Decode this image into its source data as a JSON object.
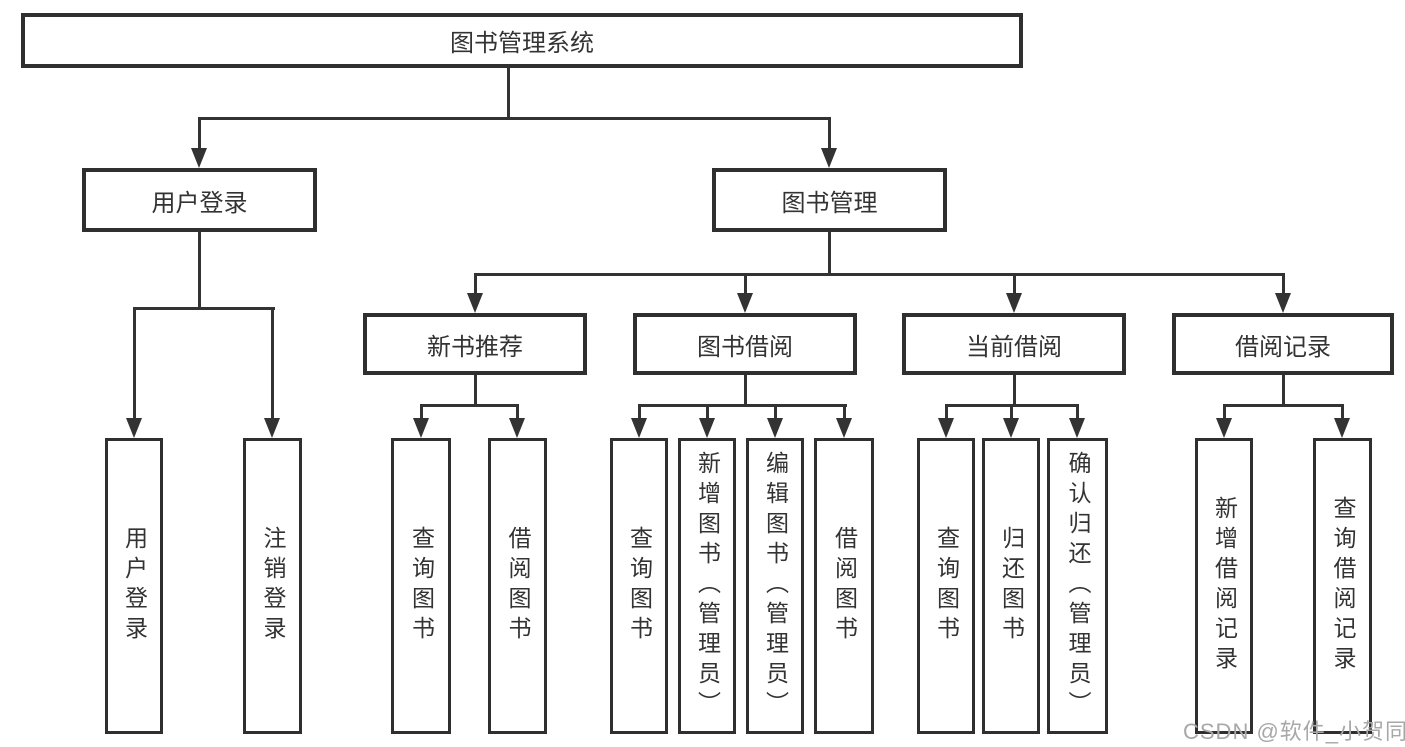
{
  "tree": {
    "label": "图书管理系统",
    "children": [
      {
        "label": "用户登录",
        "children": [
          {
            "label": "用户登录"
          },
          {
            "label": "注销登录"
          }
        ]
      },
      {
        "label": "图书管理",
        "children": [
          {
            "label": "新书推荐",
            "children": [
              {
                "label": "查询图书"
              },
              {
                "label": "借阅图书"
              }
            ]
          },
          {
            "label": "图书借阅",
            "children": [
              {
                "label": "查询图书"
              },
              {
                "label": "新增图书（管理员）"
              },
              {
                "label": "编辑图书（管理员）"
              },
              {
                "label": "借阅图书"
              }
            ]
          },
          {
            "label": "当前借阅",
            "children": [
              {
                "label": "查询图书"
              },
              {
                "label": "归还图书"
              },
              {
                "label": "确认归还（管理员）"
              }
            ]
          },
          {
            "label": "借阅记录",
            "children": [
              {
                "label": "新增借阅记录"
              },
              {
                "label": "查询借阅记录"
              }
            ]
          }
        ]
      }
    ]
  },
  "watermark": {
    "text": "CSDN @软件_小贺同学"
  },
  "colors": {
    "line": "#333333",
    "border": "#2f2f2f",
    "text": "#333333",
    "watermark": "#a8a8a8",
    "background": "#ffffff"
  }
}
